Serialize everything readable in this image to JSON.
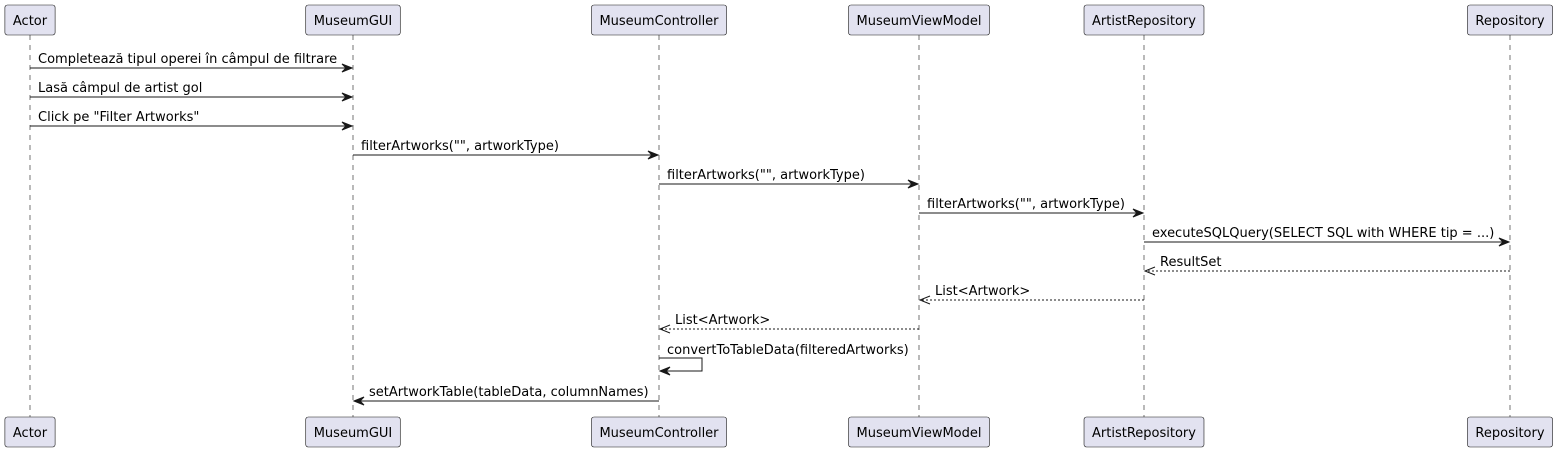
{
  "diagram": {
    "type": "sequence",
    "participants": [
      {
        "id": "actor",
        "label": "Actor"
      },
      {
        "id": "gui",
        "label": "MuseumGUI"
      },
      {
        "id": "controller",
        "label": "MuseumController"
      },
      {
        "id": "viewmodel",
        "label": "MuseumViewModel"
      },
      {
        "id": "artistrepo",
        "label": "ArtistRepository"
      },
      {
        "id": "repo",
        "label": "Repository"
      }
    ],
    "messages": [
      {
        "from": "actor",
        "to": "gui",
        "label": "Completează tipul operei în câmpul de filtrare",
        "kind": "sync"
      },
      {
        "from": "actor",
        "to": "gui",
        "label": "Lasă câmpul de artist gol",
        "kind": "sync"
      },
      {
        "from": "actor",
        "to": "gui",
        "label": "Click pe \"Filter Artworks\"",
        "kind": "sync"
      },
      {
        "from": "gui",
        "to": "controller",
        "label": "filterArtworks(\"\", artworkType)",
        "kind": "sync"
      },
      {
        "from": "controller",
        "to": "viewmodel",
        "label": "filterArtworks(\"\", artworkType)",
        "kind": "sync"
      },
      {
        "from": "viewmodel",
        "to": "artistrepo",
        "label": "filterArtworks(\"\", artworkType)",
        "kind": "sync"
      },
      {
        "from": "artistrepo",
        "to": "repo",
        "label": "executeSQLQuery(SELECT SQL with WHERE tip = ...)",
        "kind": "sync"
      },
      {
        "from": "repo",
        "to": "artistrepo",
        "label": "ResultSet",
        "kind": "reply"
      },
      {
        "from": "artistrepo",
        "to": "viewmodel",
        "label": "List<Artwork>",
        "kind": "reply"
      },
      {
        "from": "viewmodel",
        "to": "controller",
        "label": "List<Artwork>",
        "kind": "reply"
      },
      {
        "from": "controller",
        "to": "controller",
        "label": "convertToTableData(filteredArtworks)",
        "kind": "self"
      },
      {
        "from": "controller",
        "to": "gui",
        "label": "setArtworkTable(tableData, columnNames)",
        "kind": "sync"
      }
    ]
  }
}
